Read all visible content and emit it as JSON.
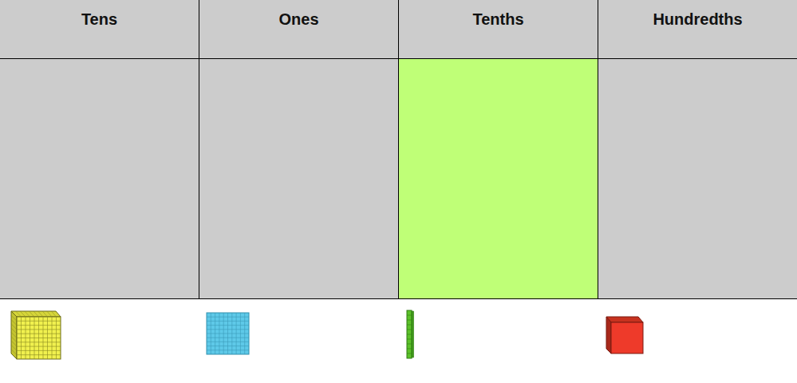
{
  "diagram": {
    "nodes": [
      {
        "text": [
          "Tens"
        ]
      },
      {
        "text": [
          "Ones"
        ]
      },
      {
        "text": [
          "Tenths"
        ]
      },
      {
        "text": [
          "Hundredths"
        ]
      }
    ]
  }
}
